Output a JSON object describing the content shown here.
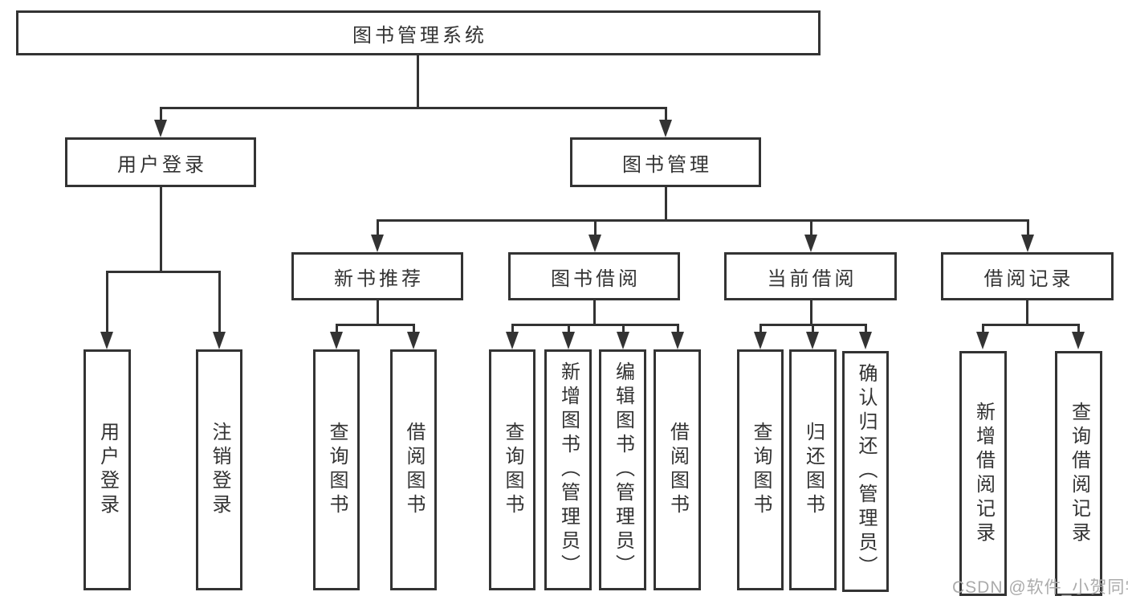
{
  "diagram": {
    "type": "hierarchy-tree",
    "root": "图书管理系统",
    "level2": [
      "用户登录",
      "图书管理"
    ],
    "level3": [
      "新书推荐",
      "图书借阅",
      "当前借阅",
      "借阅记录"
    ],
    "leaves": {
      "user_login_group": [
        "用户登录",
        "注销登录"
      ],
      "new_book_group": [
        "查询图书",
        "借阅图书"
      ],
      "borrow_group": [
        "查询图书",
        "新增图书（管理员）",
        "编辑图书（管理员）",
        "借阅图书"
      ],
      "current_group": [
        "查询图书",
        "归还图书",
        "确认归还（管理员）"
      ],
      "record_group": [
        "新增借阅记录",
        "查询借阅记录"
      ]
    }
  },
  "watermark": "CSDN @软件_小贺同学",
  "colors": {
    "line": "#333333",
    "text": "#333333",
    "watermark": "#ababab",
    "background": "#ffffff"
  }
}
